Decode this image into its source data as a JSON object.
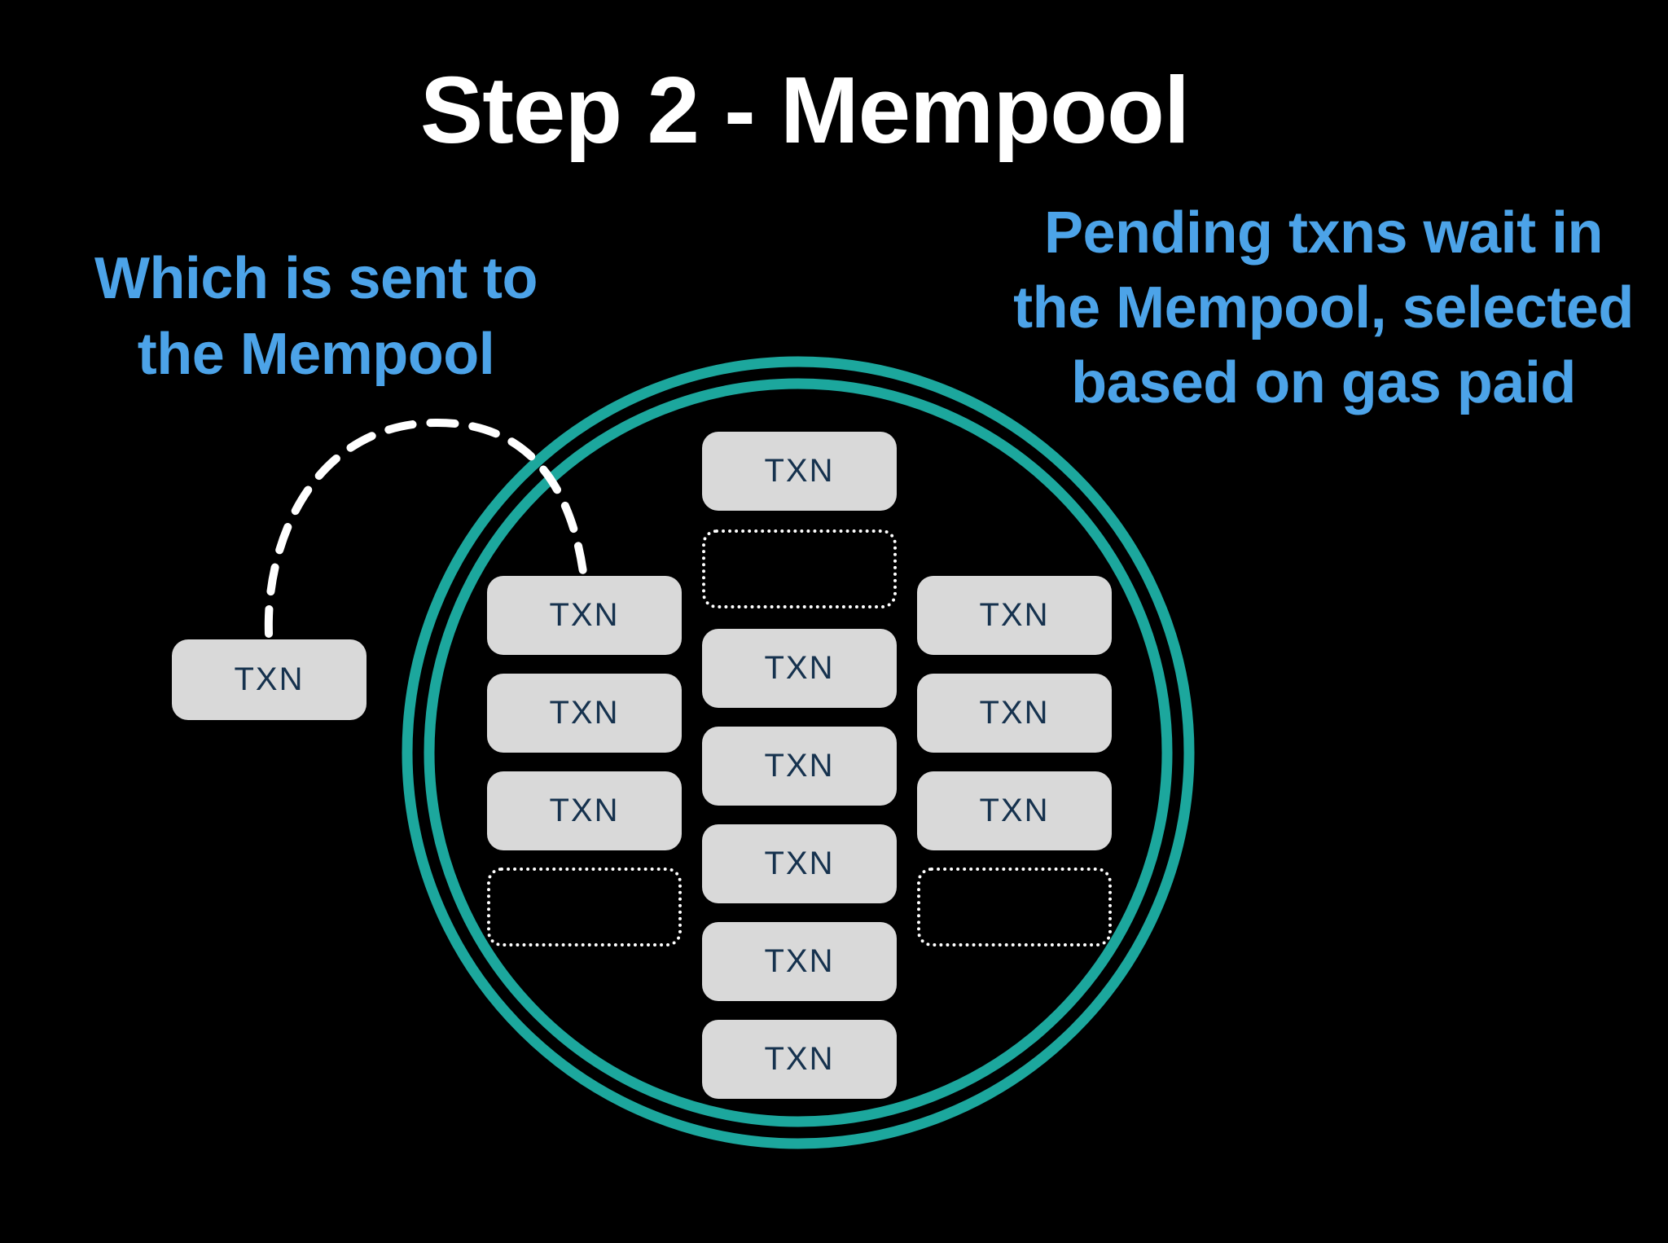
{
  "title": "Step 2 - Mempool",
  "annotations": {
    "left": {
      "lines": [
        "Which is sent to",
        "the Mempool"
      ]
    },
    "right": {
      "lines": [
        "Pending txns wait in",
        "the Mempool, selected",
        "based on gas paid"
      ]
    }
  },
  "colors": {
    "background": "#000000",
    "ring_teal": "#1CA79D",
    "annotation_blue": "#4CA3E8",
    "txn_box_fill": "#D9D9D9",
    "txn_text_navy": "#16324E",
    "arrow_white": "#FFFFFF"
  },
  "mempool": {
    "outside_txn": {
      "label": "TXN"
    },
    "columns": {
      "left": [
        {
          "type": "txn",
          "label": "TXN"
        },
        {
          "type": "txn",
          "label": "TXN"
        },
        {
          "type": "txn",
          "label": "TXN"
        },
        {
          "type": "empty"
        }
      ],
      "center": [
        {
          "type": "txn",
          "label": "TXN"
        },
        {
          "type": "empty"
        },
        {
          "type": "txn",
          "label": "TXN"
        },
        {
          "type": "txn",
          "label": "TXN"
        },
        {
          "type": "txn",
          "label": "TXN"
        },
        {
          "type": "txn",
          "label": "TXN"
        },
        {
          "type": "txn",
          "label": "TXN"
        }
      ],
      "right": [
        {
          "type": "txn",
          "label": "TXN"
        },
        {
          "type": "txn",
          "label": "TXN"
        },
        {
          "type": "txn",
          "label": "TXN"
        },
        {
          "type": "empty"
        }
      ]
    }
  }
}
